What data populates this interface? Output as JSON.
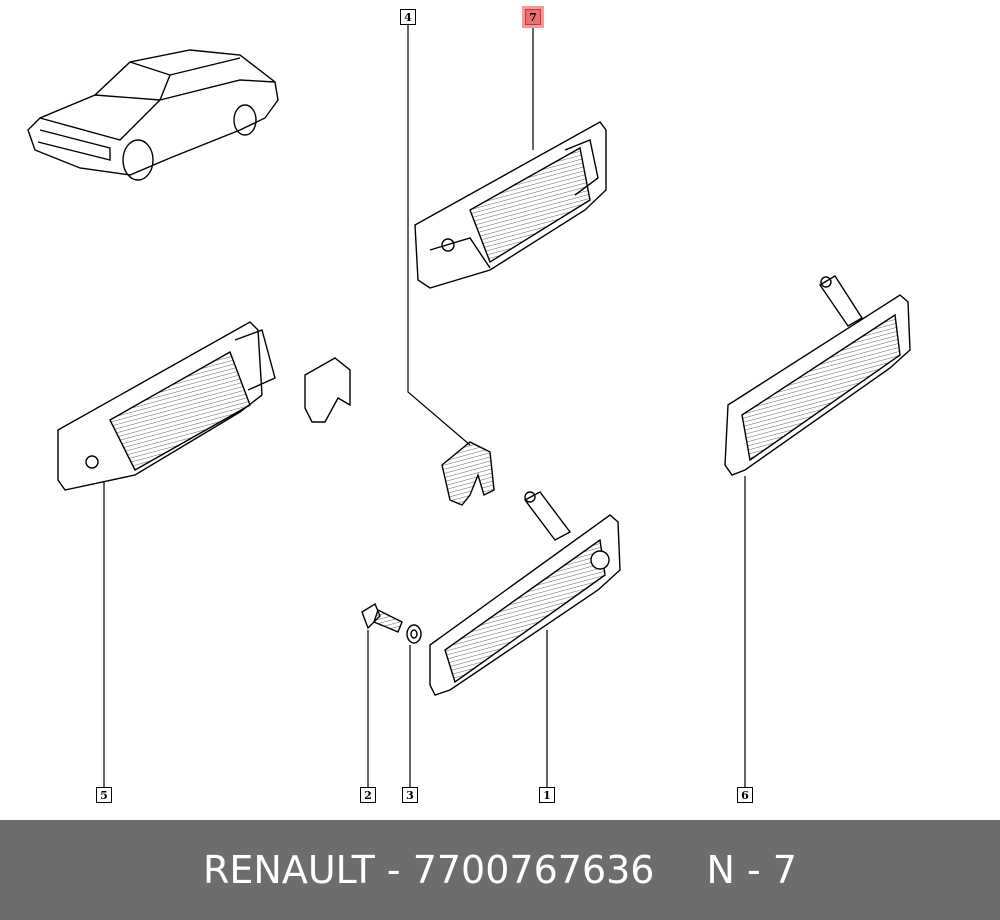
{
  "callouts": {
    "c1": "1",
    "c2": "2",
    "c3": "3",
    "c4": "4",
    "c5": "5",
    "c6": "6",
    "c7": "7"
  },
  "highlight_color": "#e87070",
  "footer": {
    "brand": "RENAULT",
    "separator": " - ",
    "part_number": "7700767636",
    "ref_label": "N - 7"
  }
}
